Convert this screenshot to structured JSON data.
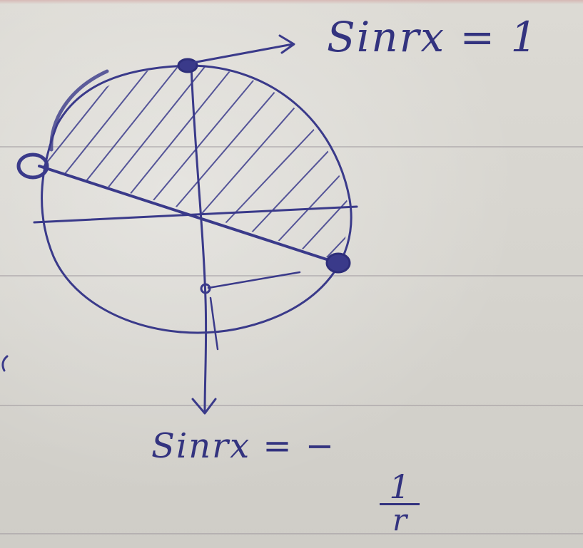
{
  "notes": {
    "top_label": "Sinrx = 1",
    "bottom_label_prefix": "Sinrx = −",
    "bottom_fraction": {
      "numerator": "1",
      "denominator": "r"
    }
  },
  "colors": {
    "ink": "#3a3a8a",
    "paper": "#d9d7d2"
  },
  "icons": [
    "arrow-right-icon",
    "arrow-down-icon"
  ]
}
